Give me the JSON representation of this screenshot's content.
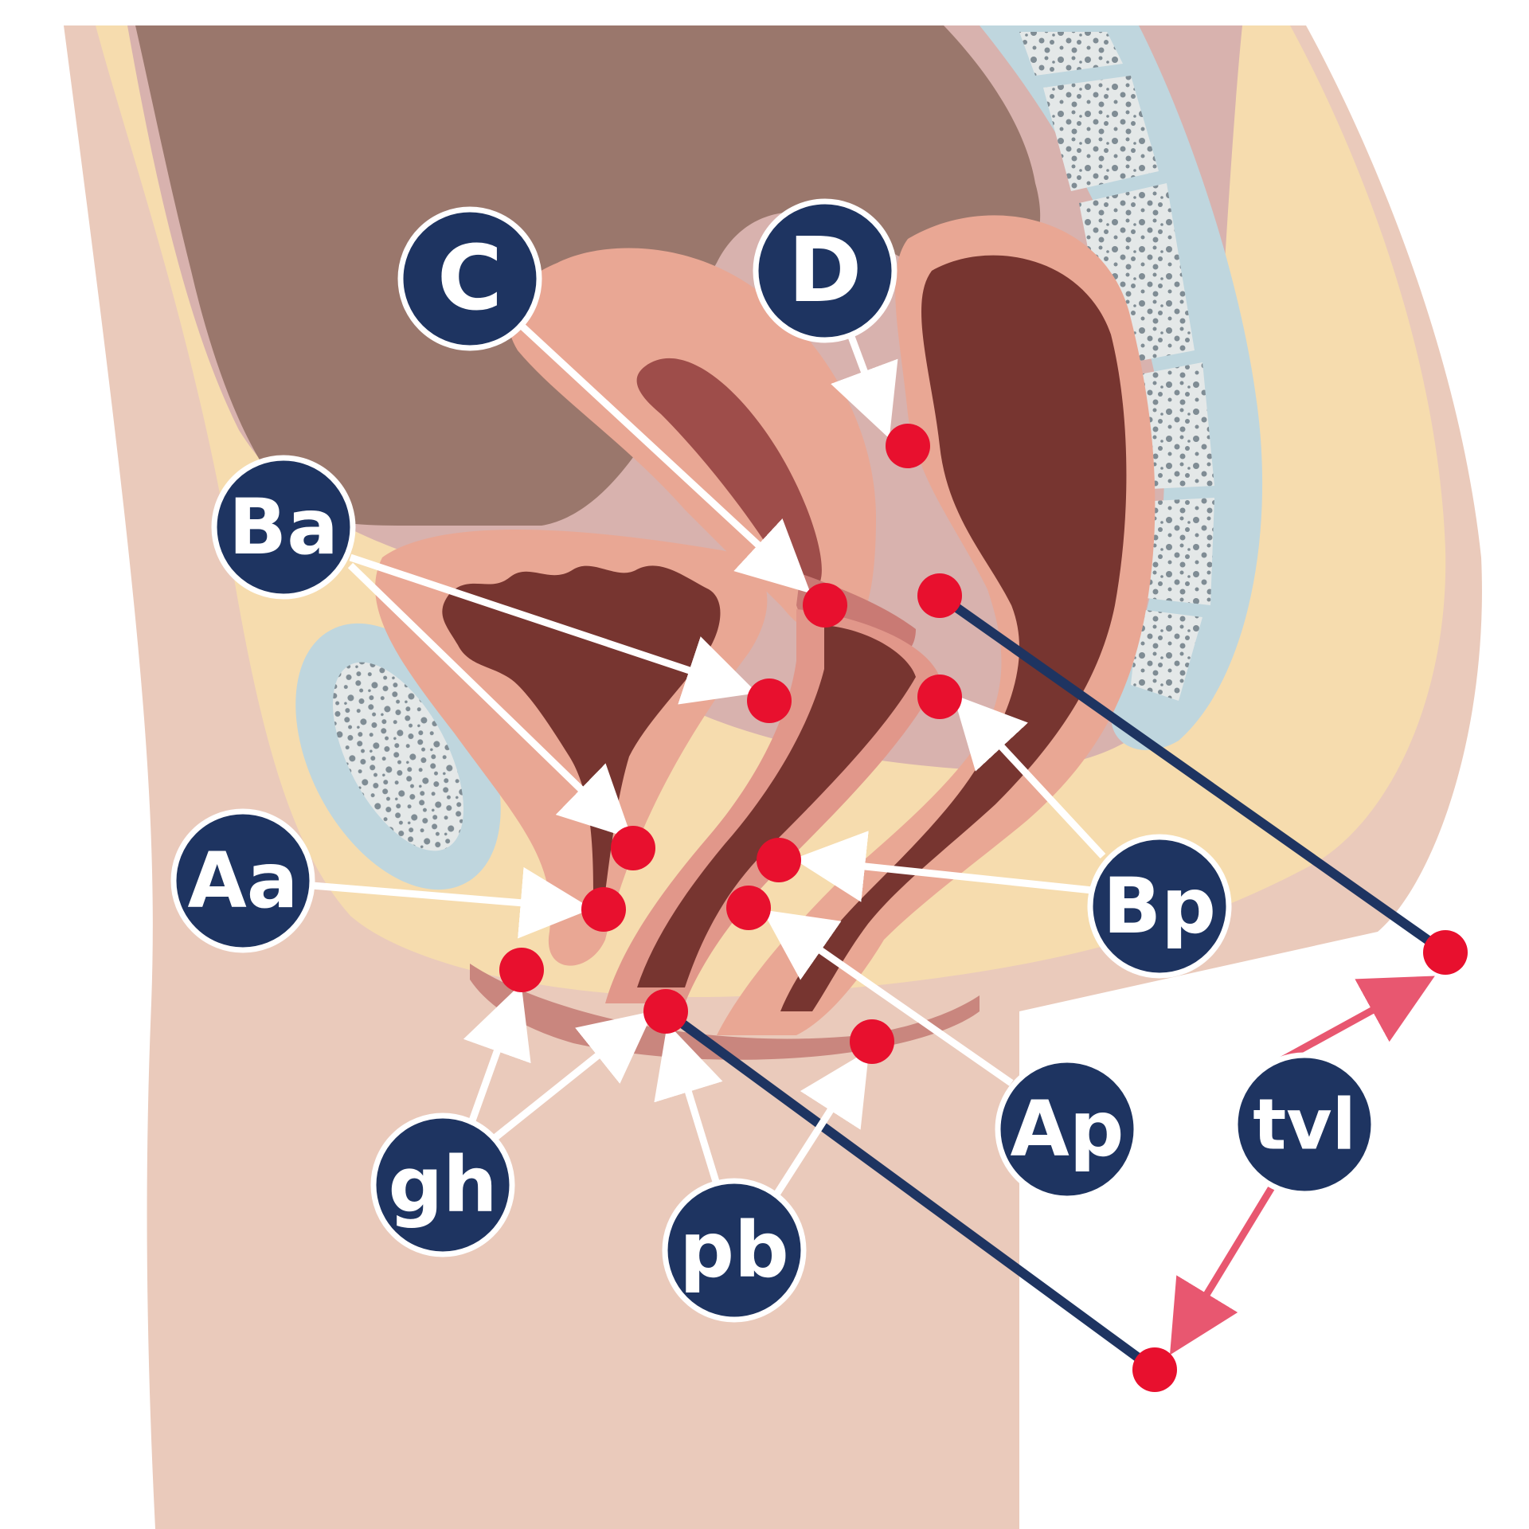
{
  "colors": {
    "background": "#ffffff",
    "skin": "#eacabb",
    "skin_edge": "#e6b8a8",
    "fat": "#f6dcae",
    "peritoneum": "#d8b2ae",
    "abdomen_cavity": "#9a776c",
    "pink_tissue": "#e9a794",
    "pink_tissue_dark": "#e1978a",
    "lumen": "#773530",
    "uterine_cavity": "#9e4d4a",
    "bone_shell": "#bfd6de",
    "bone_spot": "#7f8c94",
    "disc": "#9aa3a5",
    "label_fill": "#1e3461",
    "label_stroke": "#ffffff",
    "point": "#e8102e",
    "arrow": "#ffffff",
    "measure_line": "#1e3461",
    "tvl_arrow": "#e85770"
  },
  "labels": {
    "C": "C",
    "D": "D",
    "Ba": "Ba",
    "Aa": "Aa",
    "Bp": "Bp",
    "Ap": "Ap",
    "gh": "gh",
    "pb": "pb",
    "tvl": "tvl"
  }
}
